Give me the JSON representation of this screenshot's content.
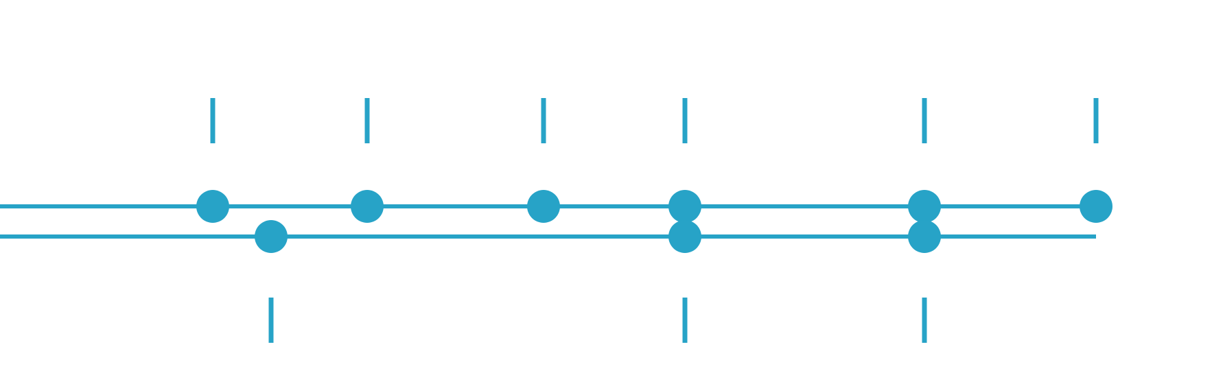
{
  "colors": {
    "accent": "#27A3C7",
    "background": "#FFFFFF"
  },
  "tracks": [
    {
      "id": "upper",
      "events": [
        1,
        2,
        3,
        4,
        5,
        6
      ]
    },
    {
      "id": "lower",
      "events": [
        1,
        2,
        3
      ]
    }
  ]
}
